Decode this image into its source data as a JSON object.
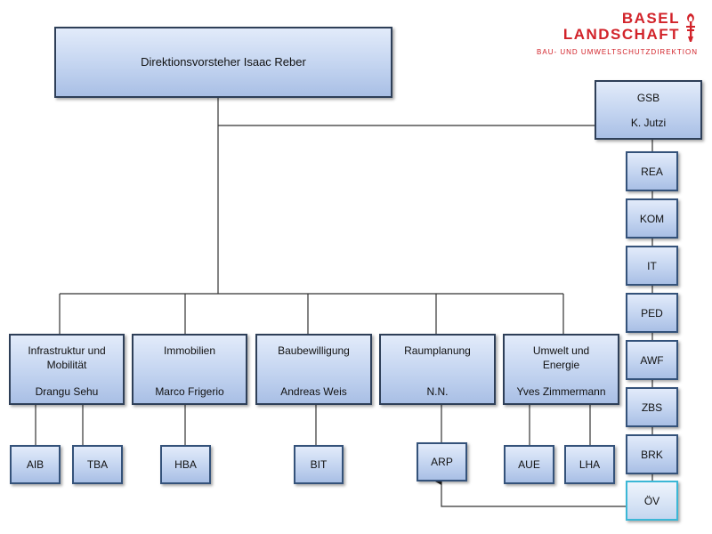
{
  "logo": {
    "line1": "BASEL",
    "line2": "LANDSCHAFT",
    "subtitle": "BAU- UND UMWELTSCHUTZDIREKTION",
    "icon": "baselstab-icon",
    "color": "#d2232a"
  },
  "director": {
    "label": "Direktionsvorsteher Isaac Reber"
  },
  "gsb": {
    "title": "GSB",
    "person": "K. Jutzi"
  },
  "staff_units": [
    "REA",
    "KOM",
    "IT",
    "PED",
    "AWF",
    "ZBS",
    "BRK",
    "ÖV"
  ],
  "departments": [
    {
      "name_line1": "Infrastruktur und",
      "name_line2": "Mobilität",
      "head": "Drangu Sehu",
      "units": [
        "AIB",
        "TBA"
      ]
    },
    {
      "name_line1": "Immobilien",
      "name_line2": "",
      "head": "Marco Frigerio",
      "units": [
        "HBA"
      ]
    },
    {
      "name_line1": "Baubewilligung",
      "name_line2": "",
      "head": "Andreas Weis",
      "units": [
        "BIT"
      ]
    },
    {
      "name_line1": "Raumplanung",
      "name_line2": "",
      "head": "N.N.",
      "units": [
        "ARP"
      ]
    },
    {
      "name_line1": "Umwelt und",
      "name_line2": "Energie",
      "head": "Yves Zimmermann",
      "units": [
        "AUE",
        "LHA"
      ]
    }
  ],
  "colors": {
    "box_border": "#2e3f58",
    "box_fill": "#c3d4f0",
    "highlight_border": "#3bb7d6",
    "line": "#333333"
  }
}
